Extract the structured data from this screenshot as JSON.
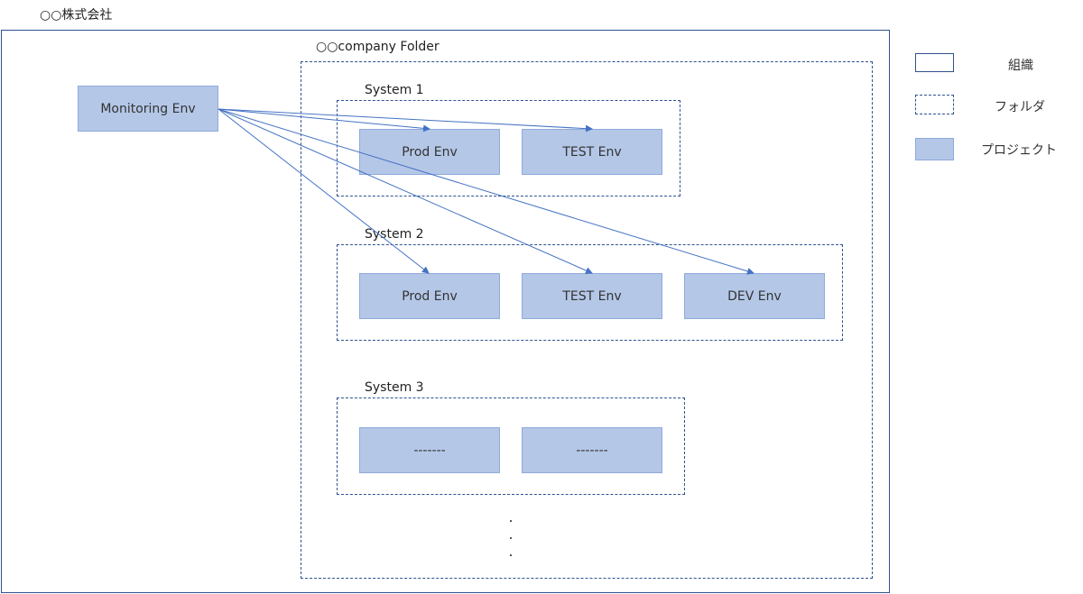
{
  "organization": {
    "label": "○○株式会社"
  },
  "folder": {
    "label": "○○company Folder"
  },
  "monitoring": {
    "label": "Monitoring Env"
  },
  "systems": [
    {
      "label": "System 1",
      "projects": [
        "Prod Env",
        "TEST Env"
      ]
    },
    {
      "label": "System 2",
      "projects": [
        "Prod Env",
        "TEST Env",
        "DEV Env"
      ]
    },
    {
      "label": "System 3",
      "projects": [
        "-------",
        "-------"
      ]
    }
  ],
  "continuation": "⋮",
  "legend": {
    "organization": "組織",
    "folder": "フォルダ",
    "project": "プロジェクト"
  },
  "colors": {
    "border": "#2f528f",
    "project_fill": "#b4c7e7",
    "arrow": "#4472c4"
  }
}
